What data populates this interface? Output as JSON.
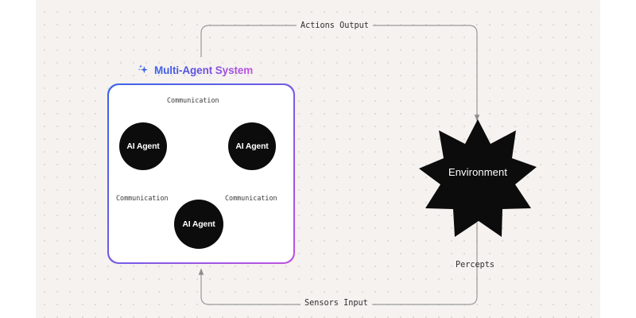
{
  "canvas": {
    "background_color": "#f5f2f0",
    "dot_color": "#e0dbd7"
  },
  "system_box": {
    "title": "Multi-Agent System",
    "icon": "sparkle-icon",
    "border_gradient_from": "#3b63e8",
    "border_gradient_to": "#c252e0",
    "agents": [
      {
        "label": "AI Agent"
      },
      {
        "label": "AI Agent"
      },
      {
        "label": "AI Agent"
      }
    ],
    "communication_labels": [
      {
        "id": "top",
        "text": "Communication"
      },
      {
        "id": "right",
        "text": "Communication"
      },
      {
        "id": "left",
        "text": "Communication"
      }
    ]
  },
  "environment": {
    "label": "Environment",
    "shape": "starburst",
    "fill_color": "#0c0c0c"
  },
  "flows": [
    {
      "id": "actions-output",
      "label": "Actions Output"
    },
    {
      "id": "percepts",
      "label": "Percepts"
    },
    {
      "id": "sensors-input",
      "label": "Sensors Input"
    }
  ],
  "flow_labels": {
    "actions_output": "Actions Output",
    "percepts": "Percepts",
    "sensors_input": "Sensors Input"
  }
}
